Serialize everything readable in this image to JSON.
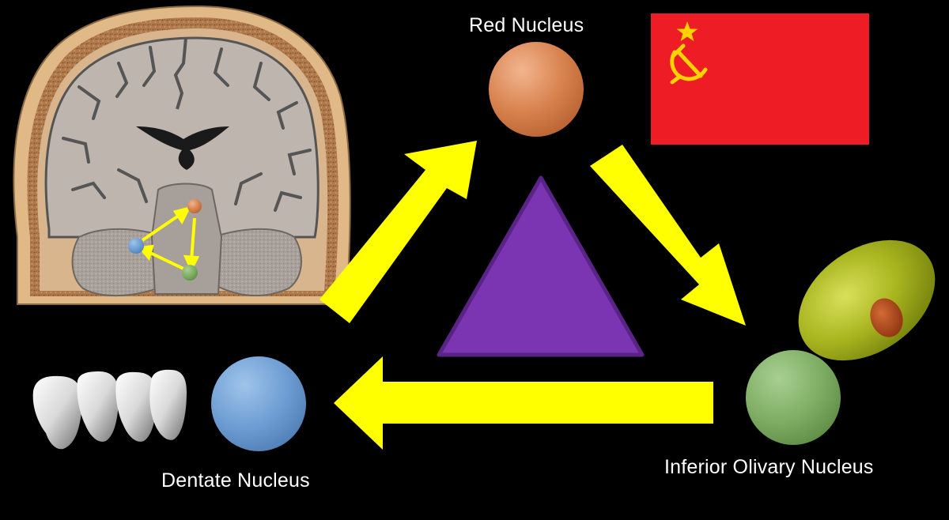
{
  "labels": {
    "red_nucleus": "Red Nucleus",
    "inferior_olivary_nucleus": "Inferior Olivary Nucleus",
    "dentate_nucleus": "Dentate Nucleus"
  },
  "colors": {
    "background": "#000000",
    "arrow": "#ffff00",
    "triangle": "#7b35b2",
    "red_nucleus": "#d8824e",
    "inferior_olivary_nucleus": "#86b56a",
    "dentate_nucleus": "#6e9ed3",
    "flag": "#ee1c25",
    "flag_emblem": "#ffd200",
    "olive": "#a9b51f",
    "pimento": "#b4471a",
    "brain": "#bdb5ae",
    "skull": "#e0b987",
    "cork": "#b07a4c"
  },
  "icons": {
    "flag": "soviet-flag-icon",
    "olive": "olive-icon",
    "teeth": "teeth-icon",
    "brain": "brain-coronal-section-icon"
  }
}
